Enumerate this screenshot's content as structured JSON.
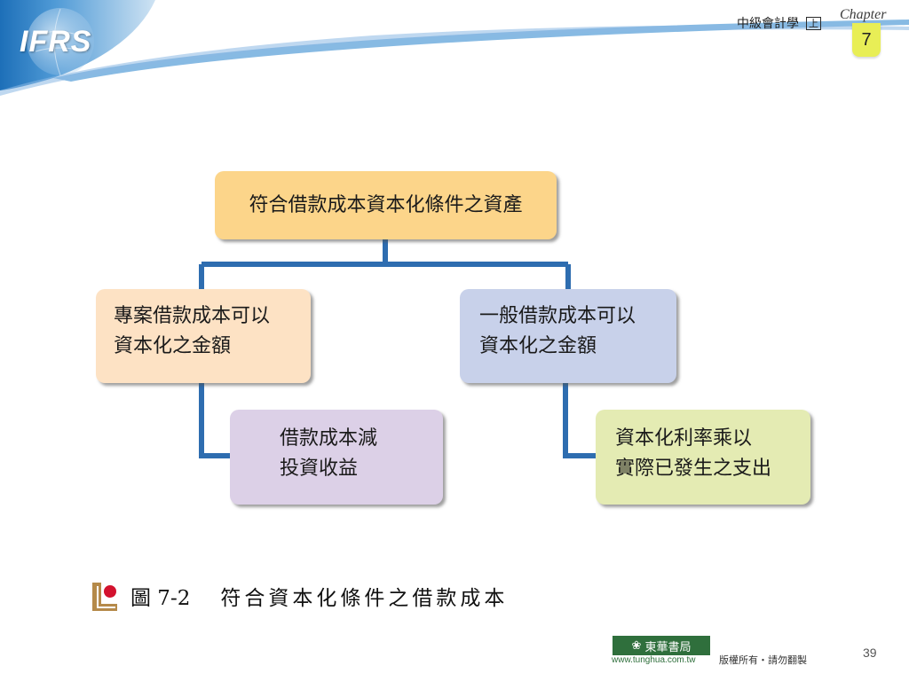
{
  "header": {
    "logo_text": "IFRS",
    "book_title": "中級會計學",
    "volume_badge": "上",
    "chapter_label": "Chapter",
    "chapter_number": "7"
  },
  "diagram": {
    "root": "符合借款成本資本化條件之資產",
    "left": {
      "line1": "專案借款成本可以",
      "line2": "資本化之金額"
    },
    "right": {
      "line1": "一般借款成本可以",
      "line2": "資本化之金額"
    },
    "left_child": {
      "line1": "借款成本減",
      "line2": "投資收益"
    },
    "right_child": {
      "line1": "資本化利率乘以",
      "line2": "實際已發生之支出"
    },
    "colors": {
      "connector": "#2e6db0",
      "root": "#fcd58a",
      "left": "#fde2c4",
      "right": "#c8d1ea",
      "left_child": "#dcd0e7",
      "right_child": "#e4ebb3"
    }
  },
  "caption": {
    "figure_number": "圖 7-2",
    "figure_title": "符合資本化條件之借款成本"
  },
  "footer": {
    "publisher_name": "東華書局",
    "publisher_url": "www.tunghua.com.tw",
    "copyright": "版權所有・請勿翻製",
    "page_number": "39"
  }
}
